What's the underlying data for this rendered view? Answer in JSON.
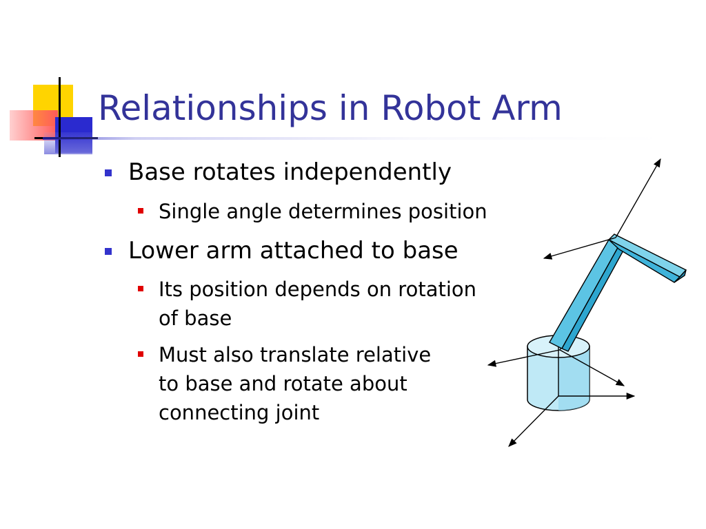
{
  "slide": {
    "title": "Relationships in Robot Arm",
    "bullets": [
      {
        "text": "Base rotates independently",
        "sub": [
          {
            "lines": [
              "Single angle determines position"
            ]
          }
        ]
      },
      {
        "text": "Lower arm attached to base",
        "sub": [
          {
            "lines": [
              "Its position depends on rotation",
              "of base"
            ]
          },
          {
            "lines": [
              "Must also translate relative",
              "to base and rotate about",
              "connecting joint"
            ]
          }
        ]
      }
    ]
  },
  "colors": {
    "title": "#333399",
    "bullet_l1": "#3333cc",
    "bullet_l2": "#e00000",
    "arm_fill": "#5cc4e4",
    "base_fill": "#bfe9f6"
  }
}
